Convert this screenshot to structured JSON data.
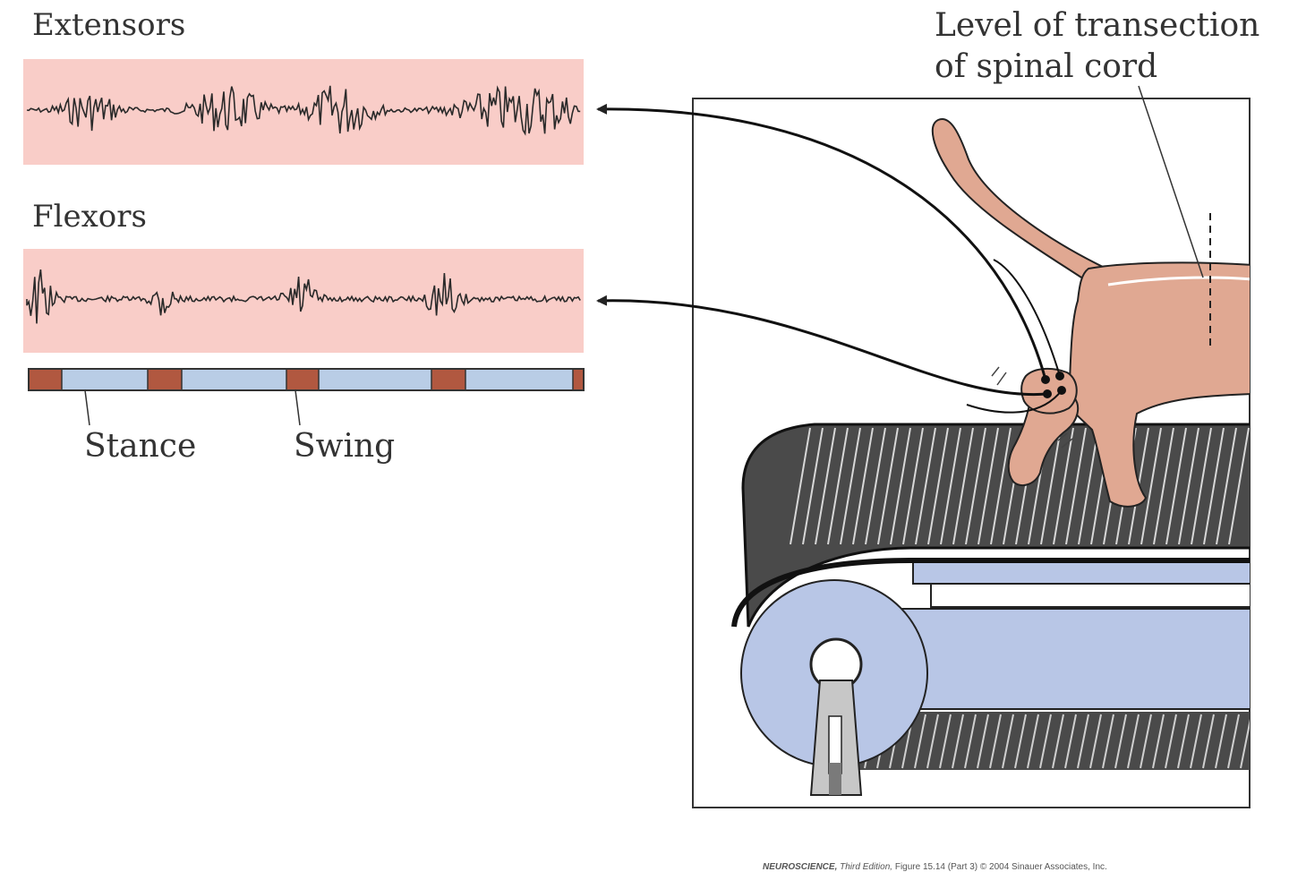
{
  "labels": {
    "extensors": "Extensors",
    "flexors": "Flexors",
    "stance": "Stance",
    "swing": "Swing",
    "transection_line1": "Level of transection",
    "transection_line2": "of spinal cord"
  },
  "credit": {
    "book": "NEUROSCIENCE,",
    "edition": "Third Edition,",
    "figure": "Figure 15.14 (Part 3)",
    "copyright": "© 2004 Sinauer Associates, Inc."
  },
  "colors": {
    "emg_panel_bg": "#f9cdc8",
    "stance_phase": "#b9cde6",
    "swing_phase": "#b15840",
    "cat_fur": "#e0a892",
    "belt": "#444444",
    "roller": "#b8c6e6"
  }
}
